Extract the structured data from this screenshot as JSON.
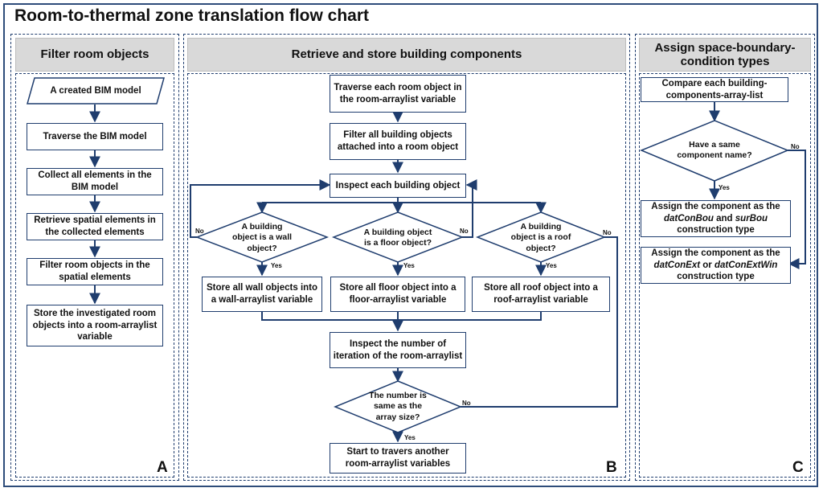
{
  "title": "Room-to-thermal zone translation flow chart",
  "panelA": {
    "header": "Filter room objects",
    "label": "A",
    "start": "A created BIM model",
    "steps": [
      "Traverse the BIM model",
      "Collect all elements in the BIM model",
      "Retrieve spatial elements in the collected elements",
      "Filter room objects in the spatial elements",
      "Store the investigated room objects into a room-arraylist variable"
    ]
  },
  "panelB": {
    "header": "Retrieve and store building components",
    "label": "B",
    "traverse": "Traverse each room object in the room-arraylist variable",
    "filter": "Filter all building objects attached into a room object",
    "inspect": "Inspect each building object",
    "decisions": {
      "wall": "A building object is a wall object?",
      "floor": "A building object is a floor object?",
      "roof": "A building object is a roof object?"
    },
    "stores": {
      "wall": "Store all wall objects into a wall-arraylist variable",
      "floor": "Store all floor object into a floor-arraylist variable",
      "roof": "Store all roof object into a roof-arraylist variable"
    },
    "iterate": "Inspect the number of iteration of the room-arraylist",
    "sizeCheck": "The number is same as the array size?",
    "end": "Start to travers another room-arraylist variables"
  },
  "panelC": {
    "header": "Assign space-boundary-condition types",
    "label": "C",
    "compare": "Compare each building-components-array-list",
    "decision": "Have a same component name?",
    "assign1": {
      "pre": "Assign the component as the",
      "a": "datConBou",
      "mid": "and",
      "b": "surBou",
      "post": "construction type"
    },
    "assign2": {
      "pre": "Assign the component as the",
      "a": "datConExt",
      "mid": "or",
      "b": "datConExtWin",
      "post": "construction type"
    }
  },
  "labels": {
    "yes": "Yes",
    "no": "No"
  }
}
